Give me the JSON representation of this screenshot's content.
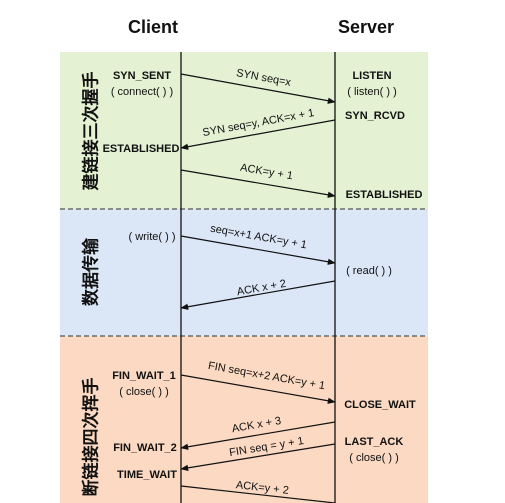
{
  "headers": {
    "client": "Client",
    "server": "Server"
  },
  "colors": {
    "handshake_band": "#e4f1d3",
    "transfer_band": "#dbe6f7",
    "teardown_band": "#fbd9c2",
    "separator": "#555555",
    "lifeline": "#111111"
  },
  "phases": {
    "handshake": "建链接三次握手",
    "transfer": "数据传输",
    "teardown": "断链接四次挥手"
  },
  "states": {
    "client_syn_sent": "SYN_SENT",
    "client_connect": "( connect( ) )",
    "client_established": "ESTABLISHED",
    "client_write": "( write( ) )",
    "client_fin_wait_1": "FIN_WAIT_1",
    "client_close": "( close( ) )",
    "client_fin_wait_2": "FIN_WAIT_2",
    "client_time_wait": "TIME_WAIT",
    "server_listen": "LISTEN",
    "server_listen_call": "( listen( ) )",
    "server_syn_rcvd": "SYN_RCVD",
    "server_established": "ESTABLISHED",
    "server_read": "( read( ) )",
    "server_close_wait": "CLOSE_WAIT",
    "server_last_ack": "LAST_ACK",
    "server_close": "( close( ) )"
  },
  "messages": {
    "m1": "SYN seq=x",
    "m2": "SYN seq=y, ACK=x + 1",
    "m3": "ACK=y + 1",
    "m4": "seq=x+1 ACK=y + 1",
    "m5": "ACK x + 2",
    "m6": "FIN seq=x+2 ACK=y + 1",
    "m7": "ACK x + 3",
    "m8": "FIN seq = y + 1",
    "m9": "ACK=y + 2"
  }
}
